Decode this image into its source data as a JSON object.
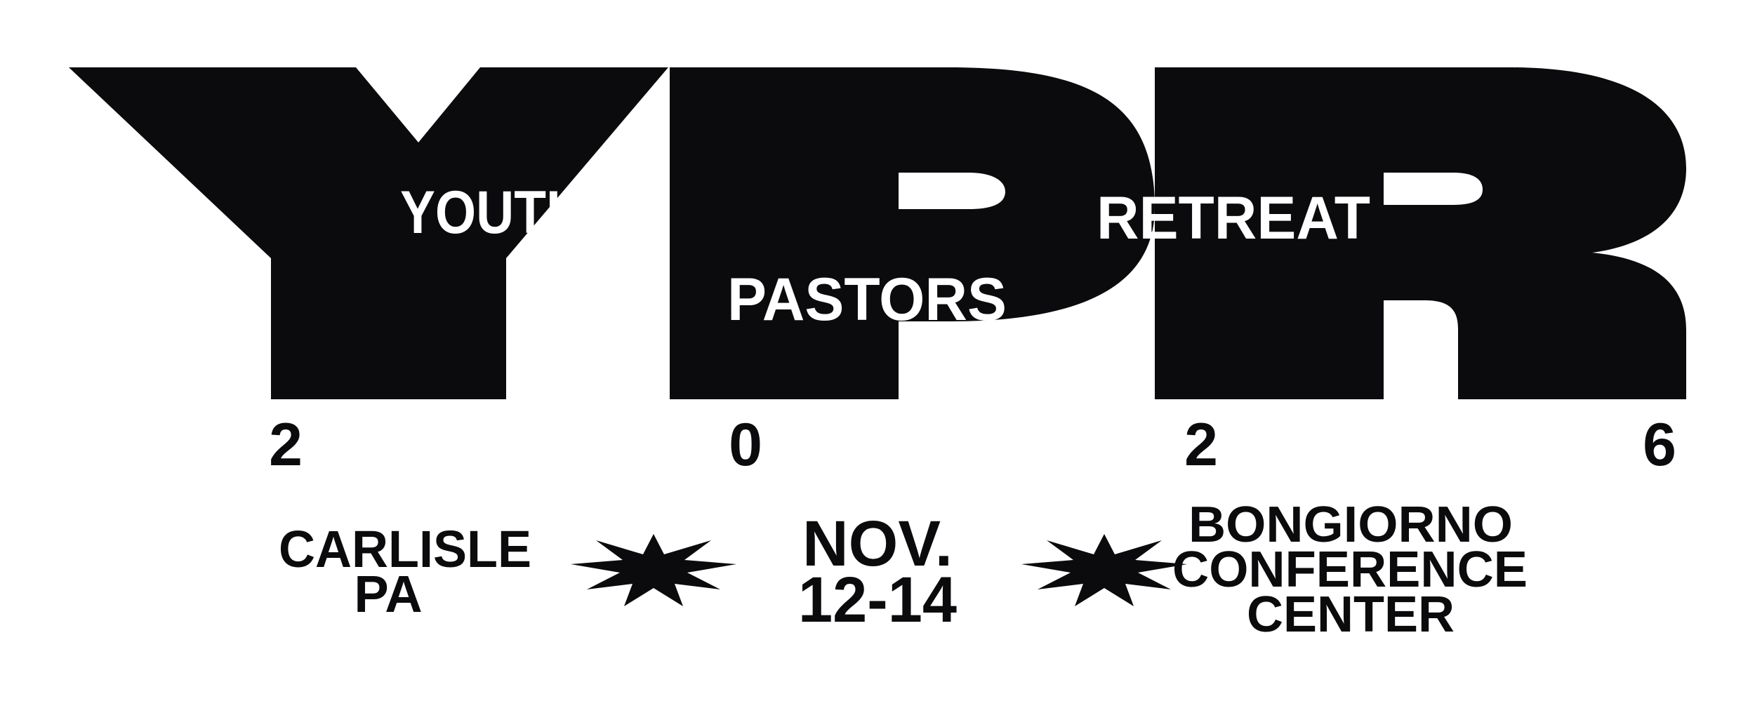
{
  "logo": {
    "letters": "YPR",
    "words": [
      "YOUTH",
      "PASTORS",
      "RETREAT"
    ]
  },
  "year_digits": [
    "2",
    "0",
    "2",
    "6"
  ],
  "location": {
    "line1": "CARLISLE",
    "line2": "PA"
  },
  "dates": {
    "line1": "NOV.",
    "line2": "12-14"
  },
  "venue": {
    "line1": "BONGIORNO",
    "line2": "CONFERENCE",
    "line3": "CENTER"
  },
  "colors": {
    "ink": "#0b0b0d",
    "paper": "#ffffff"
  },
  "icons": [
    "starburst-icon",
    "starburst-icon"
  ]
}
